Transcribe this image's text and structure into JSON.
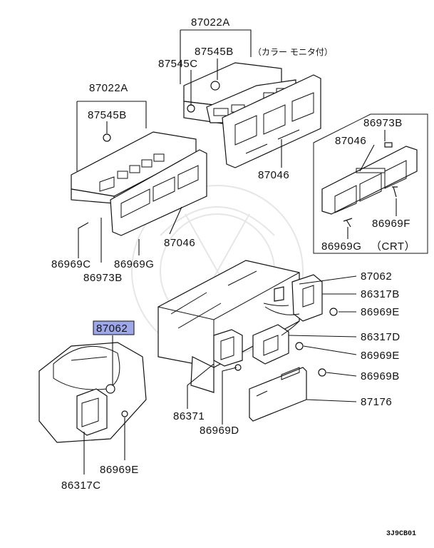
{
  "callouts": {
    "top_panel_group": "87022A",
    "top_bolt_b": "87545B",
    "top_bolt_c": "87545C",
    "color_monitor_note": "（カラー モニタ付）",
    "mid_panel_group": "87022A",
    "mid_bolt_b": "87545B",
    "top_bezel": "87046",
    "crt_clip": "86973B",
    "crt_bezel": "87046",
    "crt_screw_f": "86969F",
    "crt_screw_g": "86969G",
    "crt_note": "（CRT）",
    "left_screw_c": "86969C",
    "left_clip_b": "86973B",
    "left_screw_g": "86969G",
    "mid_bezel": "87046",
    "motor_right": "87062",
    "servo_b": "86317B",
    "screw_e1": "86969E",
    "servo_d": "86317D",
    "screw_e2": "86969E",
    "screw_b": "86969B",
    "control_unit": "87176",
    "sensor": "86371",
    "screw_d": "86969D",
    "motor_left": "87062",
    "screw_e3": "86969E",
    "servo_c": "86317C"
  },
  "highlight_color": "#9ea8e8",
  "diagram_code": "3J9CB01"
}
